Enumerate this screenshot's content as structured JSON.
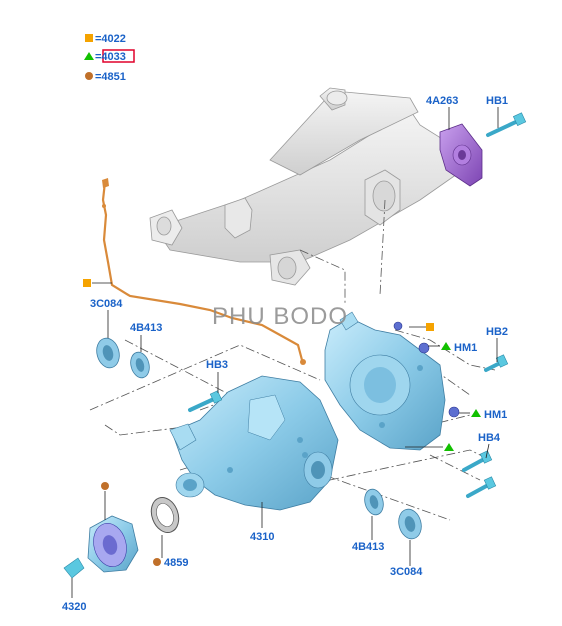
{
  "legend": [
    {
      "symbol": "square",
      "color": "#f5a300",
      "text": "=4022"
    },
    {
      "symbol": "triangle",
      "color": "#12c000",
      "text": "=4033"
    },
    {
      "symbol": "circle",
      "color": "#c0702a",
      "text": "=4851"
    }
  ],
  "watermark": "PHU BODO",
  "labels": {
    "l_4a263": "4A263",
    "l_hb1": "HB1",
    "l_3c084_a": "3C084",
    "l_4b413_a": "4B413",
    "l_hb3": "HB3",
    "l_hm1_a": "HM1",
    "l_hb2": "HB2",
    "l_hm1_b": "HM1",
    "l_hb4": "HB4",
    "l_4310": "4310",
    "l_4859": "4859",
    "l_4320": "4320",
    "l_4b413_b": "4B413",
    "l_3c084_b": "3C084"
  },
  "colors": {
    "label": "#1a62c8",
    "part_blue": "#8fcbe8",
    "part_purple": "#a06ad0",
    "subframe": "#e2e2e2",
    "hose": "#d98a3a"
  }
}
